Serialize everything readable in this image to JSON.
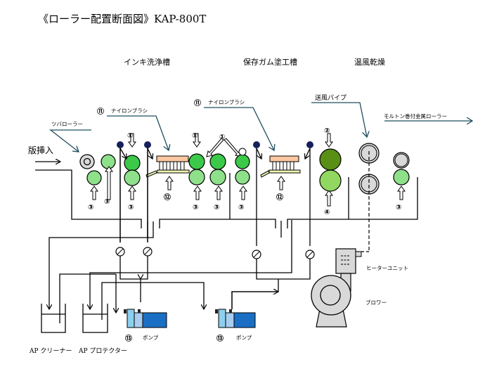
{
  "title": "《ローラー配置断面図》KAP-800T",
  "sections": {
    "ink_wash": "インキ洗浄槽",
    "gum_coat": "保存ガム塗工槽",
    "hot_air_dry": "温風乾燥"
  },
  "labels": {
    "plate_insert": "版挿入",
    "tsuba_roller": "ツバローラー",
    "nylon_brush_1": "ナイロンブラシ",
    "nylon_brush_2": "ナイロンブラシ",
    "air_pipe": "送風パイプ",
    "molton_roller": "モルトン巻付金属ローラー",
    "heater_unit": "ヒーターユニット",
    "blower": "ブロワー",
    "pump_1": "ポンプ",
    "pump_2": "ポンプ",
    "ap_cleaner": "AP クリーナー",
    "ap_protector": "AP プロテクター"
  },
  "markers": {
    "m1": "①",
    "m2": "②",
    "m3": "③",
    "m4": "④",
    "m11": "⑪",
    "m12": "⑫",
    "m13": "⑬"
  },
  "colors": {
    "roller_dark_green": "#3cc94a",
    "roller_light_green": "#8ee08a",
    "roller_olive": "#5a8f16",
    "roller_olive_light": "#92d860",
    "roller_gray": "#d9d9d9",
    "nozzle_navy": "#14215a",
    "brush_orange": "#fbc7a0",
    "plate_yellow": "#eef5b0",
    "pump_light": "#8ccfee",
    "pump_mid": "#a9cdf0",
    "pump_dark": "#1a6fc4",
    "blower_gray": "#d9d9d9"
  }
}
